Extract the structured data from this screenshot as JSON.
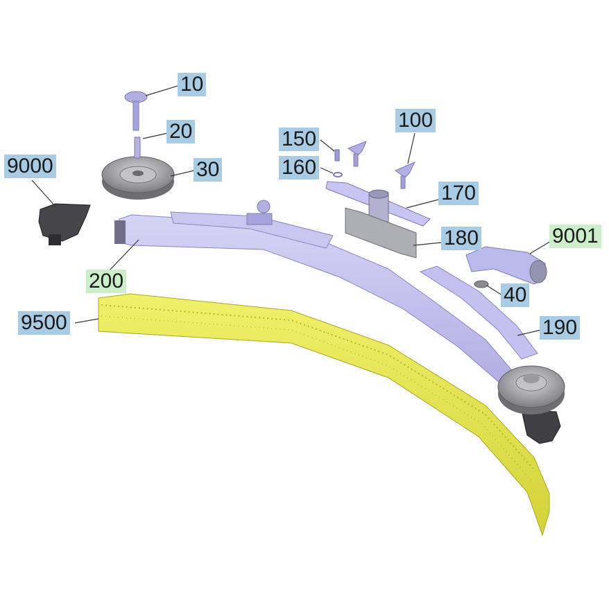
{
  "colors": {
    "label_blue": "#a9cbe3",
    "label_green": "#cdeecb",
    "frame": "#b9b6ea",
    "squeegee": "#e9e84a",
    "wheel": "#8f8f93",
    "rubber_dark": "#3b3b3f",
    "leader": "#333333"
  },
  "labels": {
    "p10": "10",
    "p20": "20",
    "p30": "30",
    "p40": "40",
    "p100": "100",
    "p150": "150",
    "p160": "160",
    "p170": "170",
    "p180": "180",
    "p190": "190",
    "p200": "200",
    "p9000": "9000",
    "p9001": "9001",
    "p9500": "9500"
  }
}
